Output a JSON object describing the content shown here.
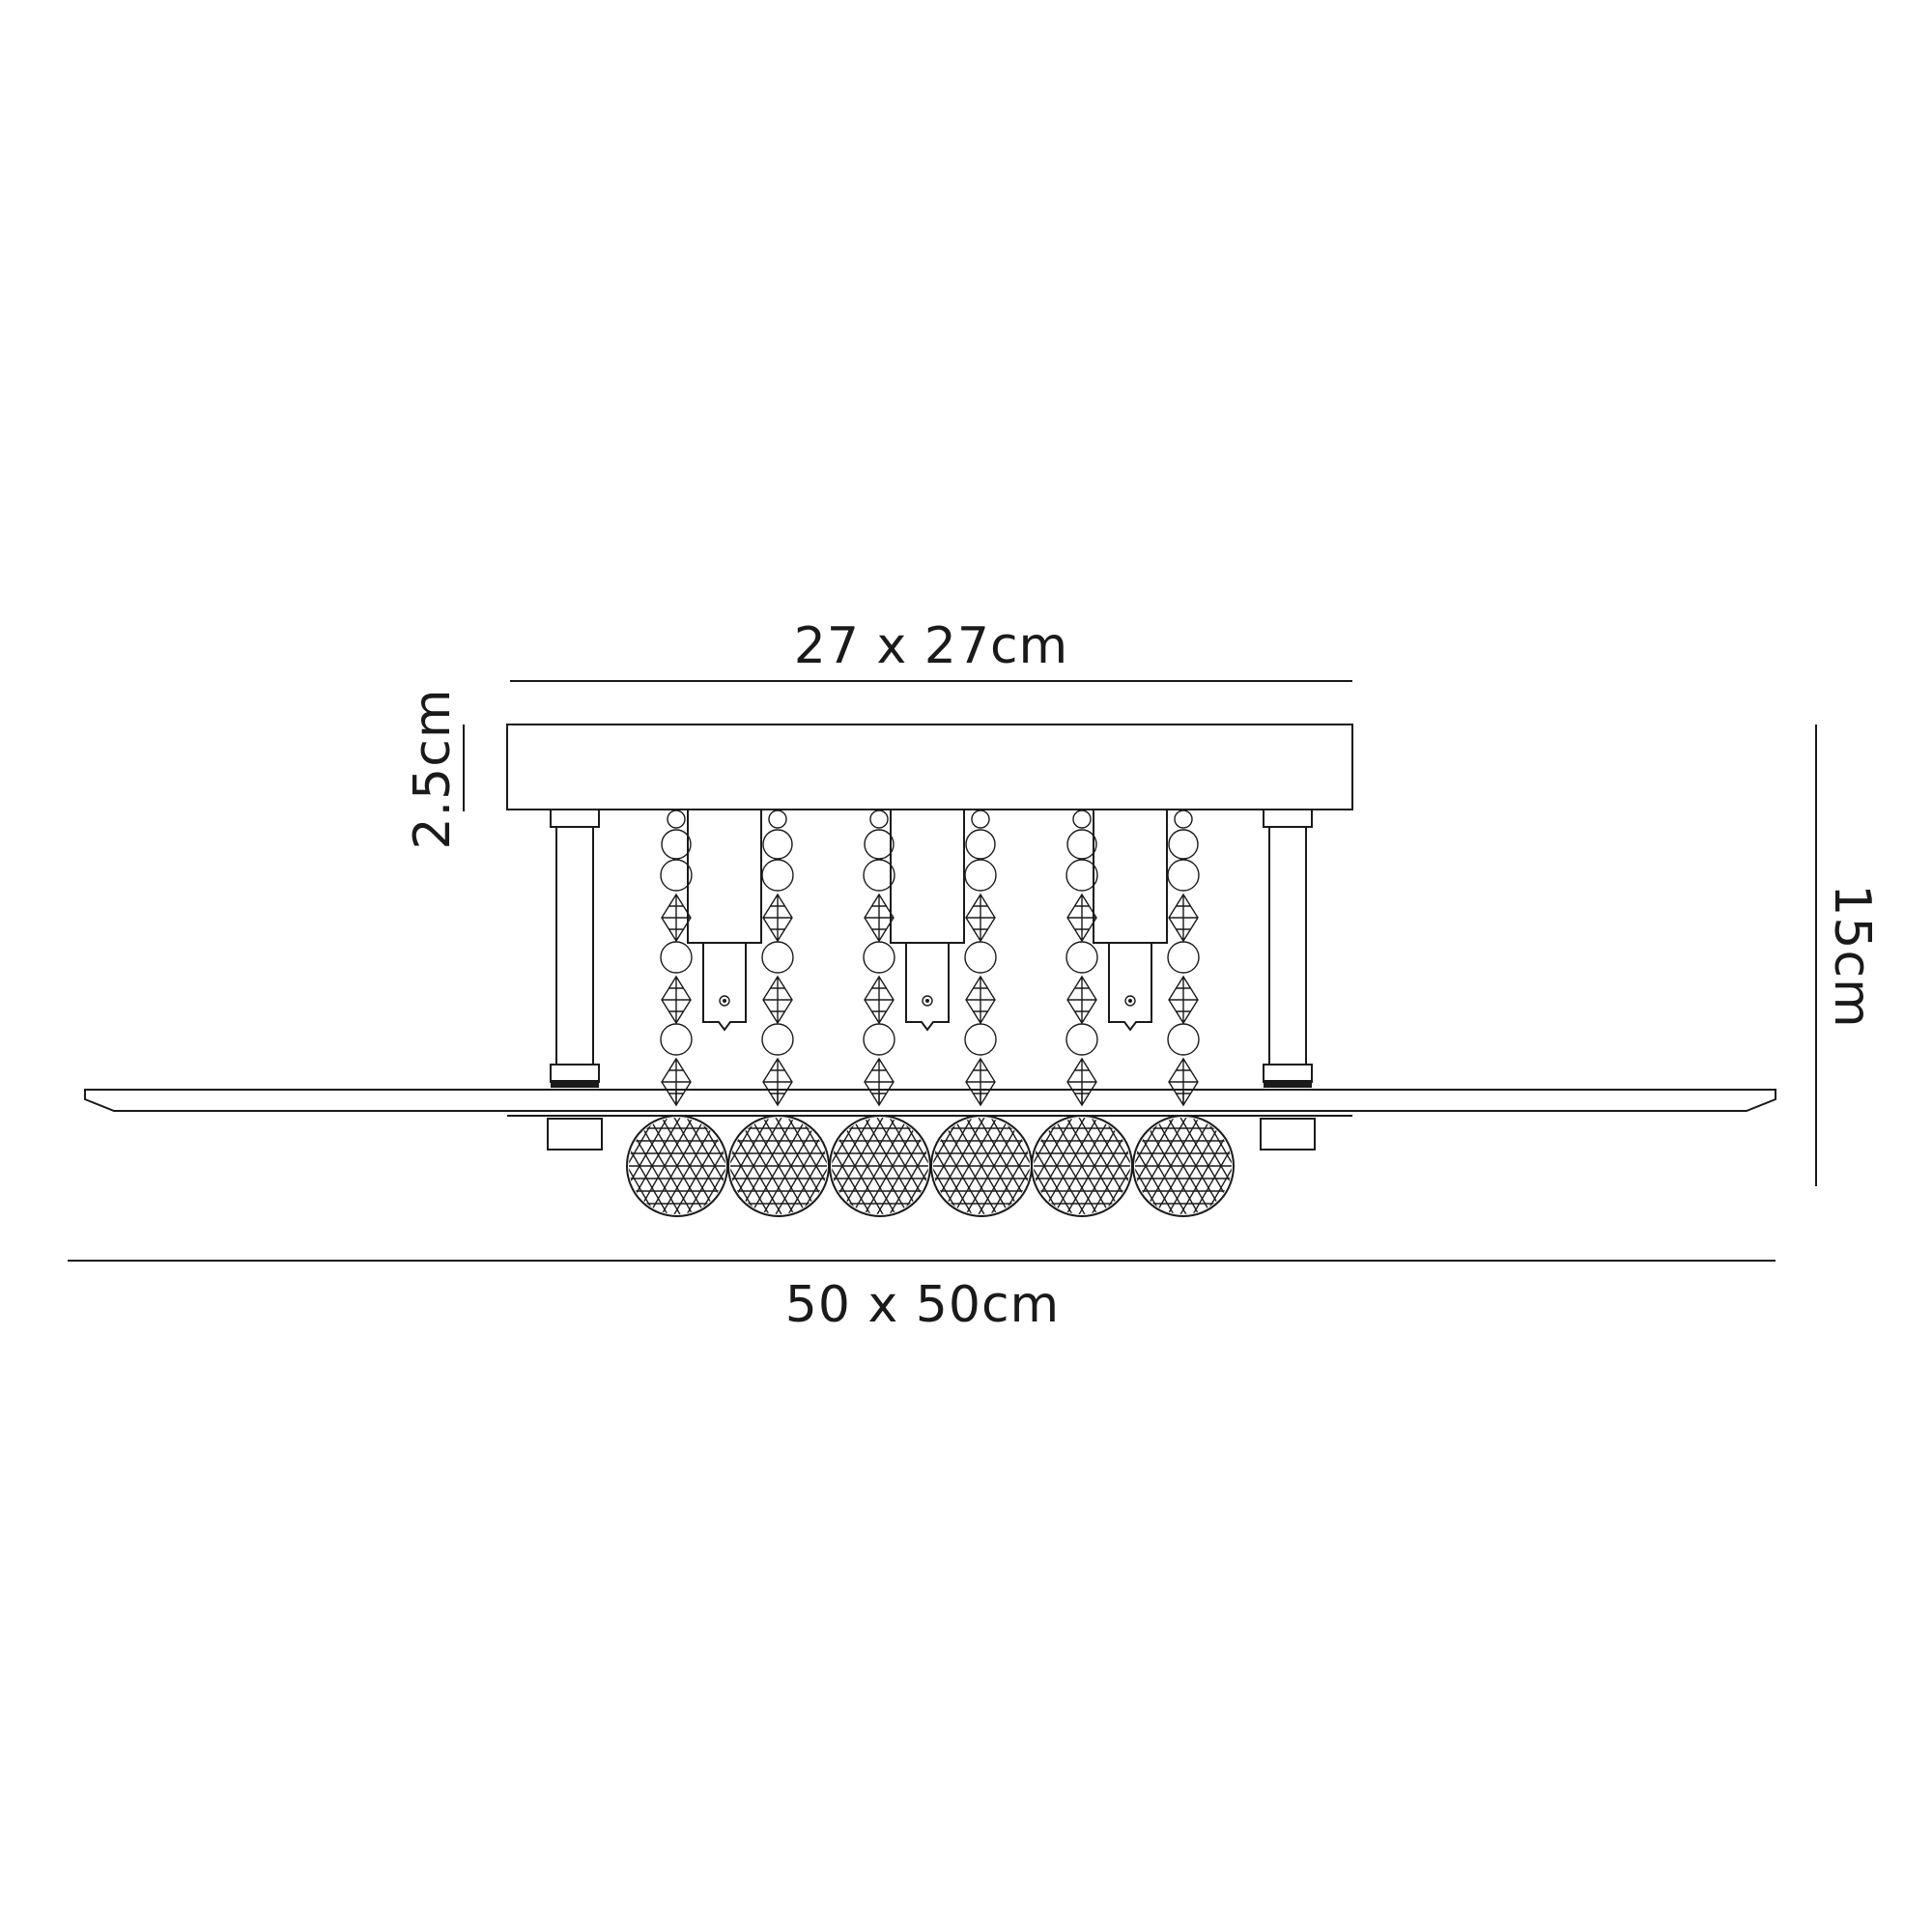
{
  "dimensions": {
    "top_width": "27 x 27cm",
    "bottom_width": "50 x 50cm",
    "canopy_height": "2.5cm",
    "total_height": "15cm"
  },
  "components": {
    "crystal_spheres": 6,
    "bead_strands": 6,
    "lamp_holders": 3,
    "support_rods": 2
  },
  "colors": {
    "line": "#1a1a1a",
    "background": "#ffffff"
  }
}
